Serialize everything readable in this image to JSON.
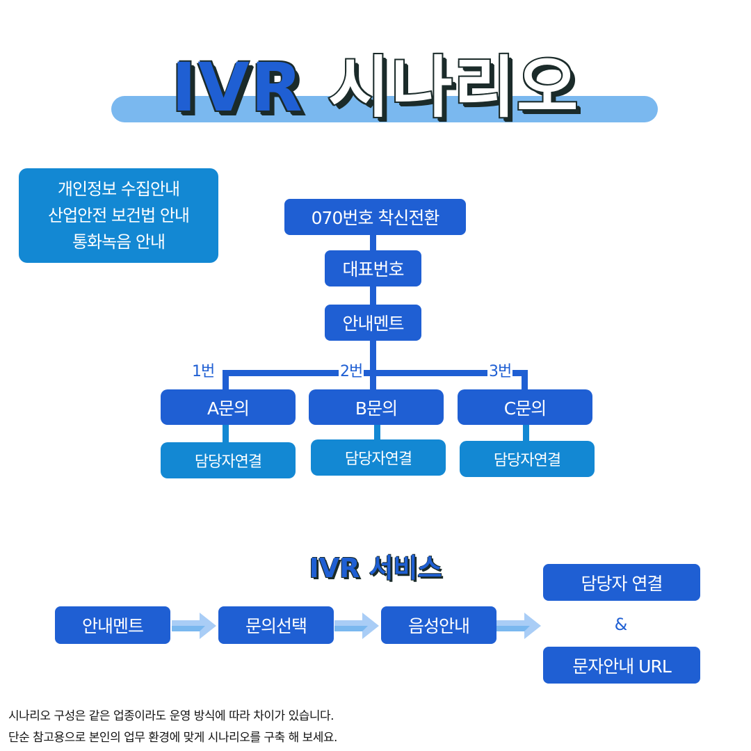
{
  "title": {
    "latin": "IVR",
    "korean": "시나리오"
  },
  "notice": {
    "lines": [
      "개인정보 수집안내",
      "산업안전 보건법 안내",
      "통화녹음 안내"
    ]
  },
  "flow": {
    "top": "070번호 착신전환",
    "main_number": "대표번호",
    "announcement": "안내멘트",
    "options": [
      {
        "number": "1번",
        "inquiry": "A문의",
        "connect": "담당자연결"
      },
      {
        "number": "2번",
        "inquiry": "B문의",
        "connect": "담당자연결"
      },
      {
        "number": "3번",
        "inquiry": "C문의",
        "connect": "담당자연결"
      }
    ]
  },
  "service": {
    "title_latin": "IVR",
    "title_korean": "서비스",
    "steps": [
      "안내멘트",
      "문의선택",
      "음성안내"
    ],
    "results": {
      "top": "담당자 연결",
      "joiner": "&",
      "bottom": "문자안내 URL"
    }
  },
  "footer": [
    "시나리오 구성은 같은 업종이라도 운영 방식에 따라 차이가 있습니다.",
    "단순 참고용으로 본인의 업무 환경에 맞게 시나리오를 구축 해 보세요."
  ],
  "colors": {
    "dark_blue": "#1f5fd3",
    "mid_blue": "#1388d3",
    "light_blue": "#7ab8ef",
    "arrow_blue": "#a9cdf6",
    "outline": "#1b2b2a"
  },
  "icons": {
    "step_arrow": "right-arrow-icon"
  }
}
